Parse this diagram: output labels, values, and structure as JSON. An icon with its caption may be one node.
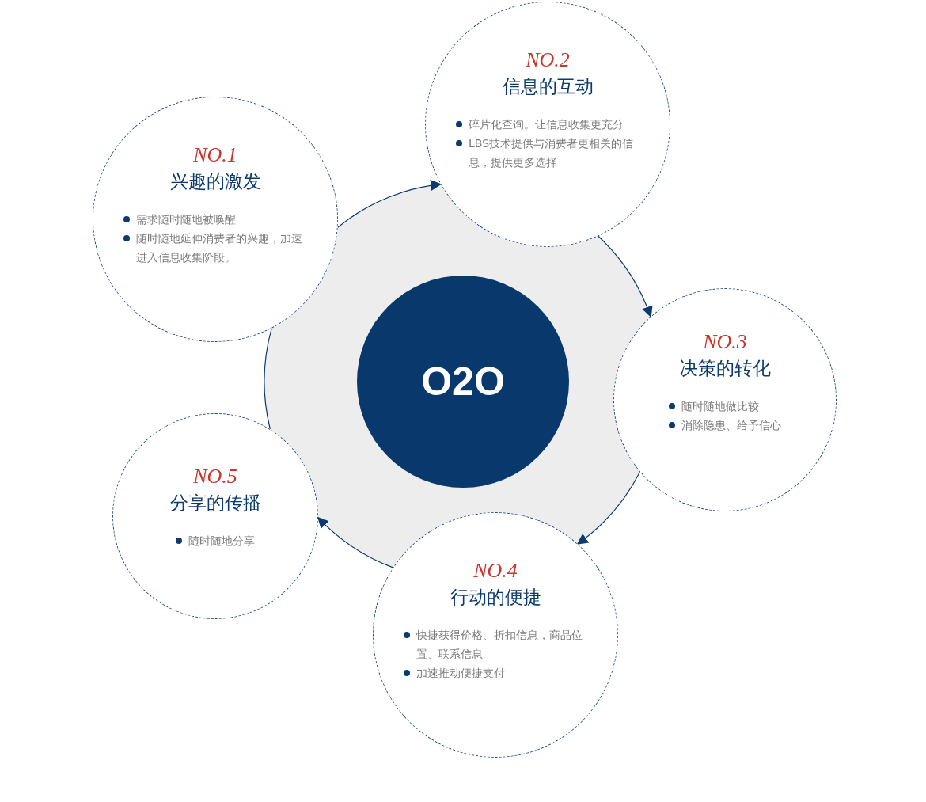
{
  "diagram": {
    "nodes": [
      {
        "text": [
          "NO.1",
          "兴趣的激发",
          "需求随时随地被唤醒",
          "随时随地延伸消费者的兴趣，加速进入信息收集阶段。"
        ]
      },
      {
        "text": [
          "NO.2",
          "信息的互动",
          "碎片化查询。让信息收集更充分",
          "LBS技术提供与消费者更相关的信息，提供更多选择"
        ]
      },
      {
        "text": [
          "NO.3",
          "决策的转化",
          "随时随地做比较",
          "消除隐患、给予信心"
        ]
      },
      {
        "text": [
          "NO.4",
          "行动的便捷",
          "快捷获得价格、折扣信息，商品位置、联系信息",
          "加速推动便捷支付"
        ]
      },
      {
        "text": [
          "NO.5",
          "分享的传播",
          "随时随地分享"
        ]
      },
      {
        "text": [
          "O2O"
        ]
      }
    ],
    "edges": [
      {
        "from": 0,
        "to": 1,
        "arrow": "to"
      },
      {
        "from": 1,
        "to": 2,
        "arrow": "to"
      },
      {
        "from": 2,
        "to": 3,
        "arrow": "to"
      },
      {
        "from": 3,
        "to": 4,
        "arrow": "to"
      },
      {
        "from": 4,
        "to": 0,
        "arrow": "none"
      }
    ]
  }
}
